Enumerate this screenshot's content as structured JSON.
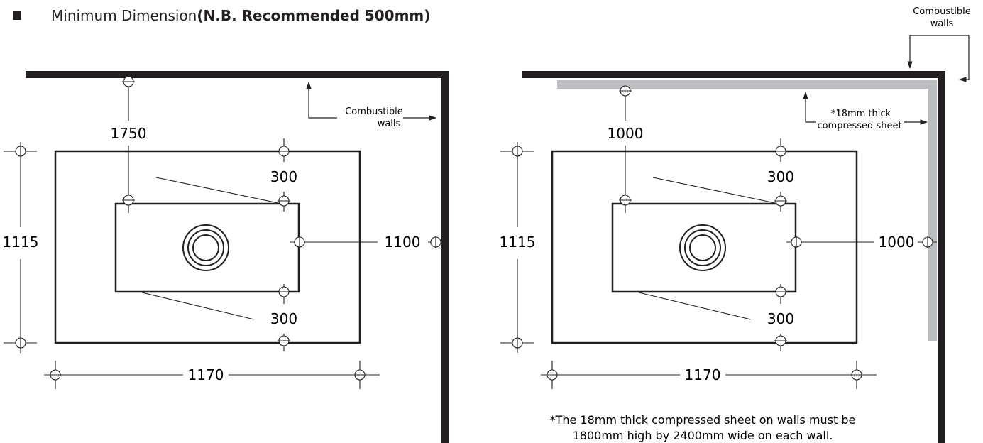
{
  "legend": {
    "text": "Minimum Dimension ",
    "note": "(N.B. Recommended 500mm)"
  },
  "top_right_label": {
    "line1": "Combustible",
    "line2": "walls"
  },
  "left_diagram": {
    "wall_label_line1": "Combustible",
    "wall_label_line2": "walls",
    "dim_rear": "1750",
    "dim_front_top": "300",
    "dim_front_bottom": "300",
    "dim_side": "1100",
    "dim_depth": "1115",
    "dim_width": "1170"
  },
  "right_diagram": {
    "sheet_label_line1": "*18mm thick",
    "sheet_label_line2": "compressed sheet",
    "dim_rear": "1000",
    "dim_front_top": "300",
    "dim_front_bottom": "300",
    "dim_side": "1000",
    "dim_depth": "1115",
    "dim_width": "1170",
    "footnote_line1": "*The 18mm thick compressed sheet on walls must be",
    "footnote_line2": "1800mm high by 2400mm wide on each wall."
  },
  "colors": {
    "ink": "#231f20",
    "sheet": "#bcbdc0",
    "background": "#ffffff"
  }
}
